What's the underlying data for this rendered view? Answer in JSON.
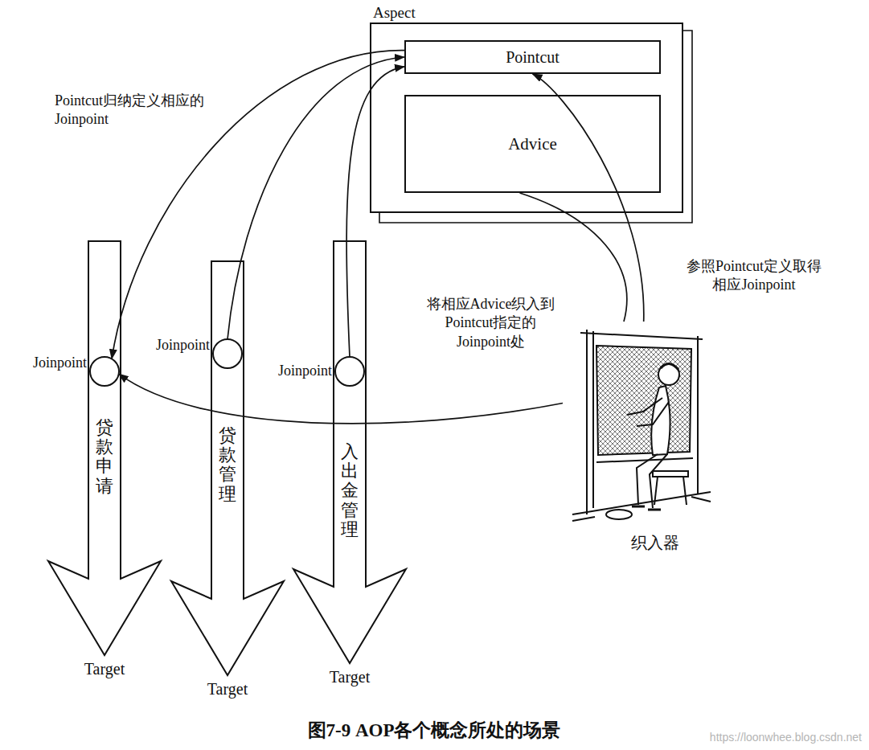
{
  "diagram": {
    "caption": "图7-9 AOP各个概念所处的场景",
    "nodes": [
      {
        "text": [
          "Aspect"
        ]
      },
      {
        "text": [
          "Pointcut"
        ],
        "in": 0
      },
      {
        "text": [
          "Advice"
        ],
        "in": 0
      },
      {
        "text": [
          "贷款申请",
          "Target"
        ]
      },
      {
        "text": [
          "Joinpoint"
        ],
        "in": 3
      },
      {
        "text": [
          "贷款管理",
          "Target"
        ]
      },
      {
        "text": [
          "Joinpoint"
        ],
        "in": 5
      },
      {
        "text": [
          "入出金管理",
          "Target"
        ]
      },
      {
        "text": [
          "Joinpoint"
        ],
        "in": 7
      },
      {
        "text": [
          "织入器"
        ]
      }
    ],
    "edges": [
      {
        "from": 1,
        "to": 4,
        "arrow": "to"
      },
      {
        "from": 6,
        "to": 1,
        "arrow": "to"
      },
      {
        "from": 8,
        "to": 1,
        "arrow": "to"
      },
      {
        "from": 9,
        "to": 1,
        "arrow": "to"
      },
      {
        "from": 2,
        "to": 9,
        "arrow": "none"
      },
      {
        "from": 9,
        "to": 4,
        "arrow": "to"
      }
    ],
    "labels": [
      "Pointcut归纳定义相应的 Joinpoint",
      "将相应Advice织入到 Pointcut指定的 Joinpoint处",
      "参照Pointcut定义取得 相应Joinpoint",
      "https://loonwhee.blog.csdn.net"
    ]
  }
}
